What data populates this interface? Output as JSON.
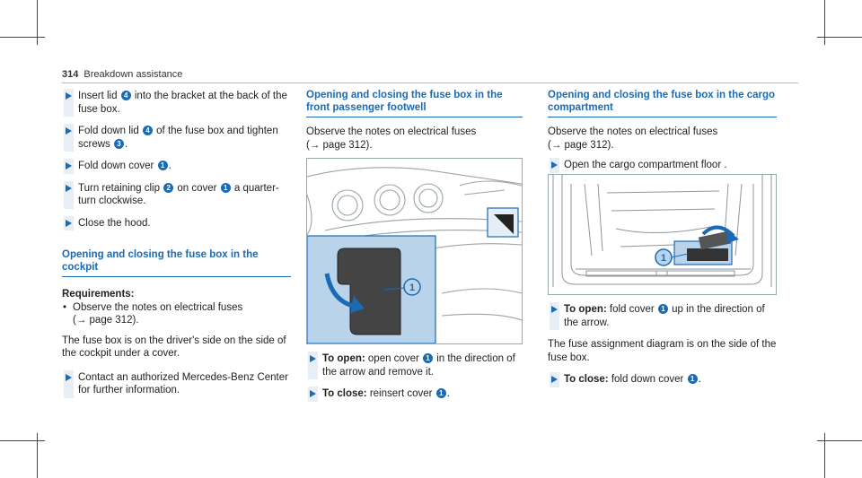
{
  "header": {
    "page_number": "314",
    "section": "Breakdown assistance"
  },
  "col1": {
    "steps": [
      {
        "pre": "Insert lid ",
        "badge": "4",
        "post": " into the bracket at the back of the fuse box."
      },
      {
        "pre": "Fold down lid ",
        "badge": "4",
        "post": " of the fuse box and tighten screws ",
        "badge2": "3",
        "post2": "."
      },
      {
        "pre": "Fold down cover ",
        "badge": "1",
        "post": "."
      },
      {
        "pre": "Turn retaining clip ",
        "badge": "2",
        "post": " on cover ",
        "badge2": "1",
        "post2": " a quarter-turn clockwise."
      },
      {
        "text": "Close the hood."
      }
    ],
    "heading": "Opening and closing the fuse box in the cockpit",
    "req_label": "Requirements:",
    "req_item_line1": "Observe the notes on electrical fuses",
    "req_item_line2": "(→ page 312).",
    "body": "The fuse box is on the driver's side on the side of the cockpit under a cover.",
    "step_contact": "Contact an authorized Mercedes-Benz Center for further information."
  },
  "col2": {
    "heading": "Opening and closing the fuse box in the front passenger footwell",
    "intro_line1": "Observe the notes on electrical fuses",
    "intro_line2": "(→ page 312).",
    "open_label": "To open:",
    "open_pre": " open cover ",
    "open_badge": "1",
    "open_post": " in the direction of the arrow and remove it.",
    "close_label": "To close:",
    "close_pre": " reinsert cover ",
    "close_badge": "1",
    "close_post": "."
  },
  "col3": {
    "heading": "Opening and closing the fuse box in the cargo compartment",
    "intro_line1": "Observe the notes on electrical fuses",
    "intro_line2": "(→ page 312).",
    "step_open_floor": "Open the cargo compartment floor .",
    "open_label": "To open:",
    "open_pre": " fold cover ",
    "open_badge": "1",
    "open_post": " up in the direction of the arrow.",
    "body": "The fuse assignment diagram is on the side of the fuse box.",
    "close_label": "To close:",
    "close_pre": " fold down cover ",
    "close_badge": "1",
    "close_post": "."
  },
  "figures": {
    "footwell_badge": "1",
    "cargo_badge": "1"
  },
  "colors": {
    "accent": "#1a6bb5",
    "step_bar": "#e7eef6",
    "highlight": "#b8d3ea"
  }
}
